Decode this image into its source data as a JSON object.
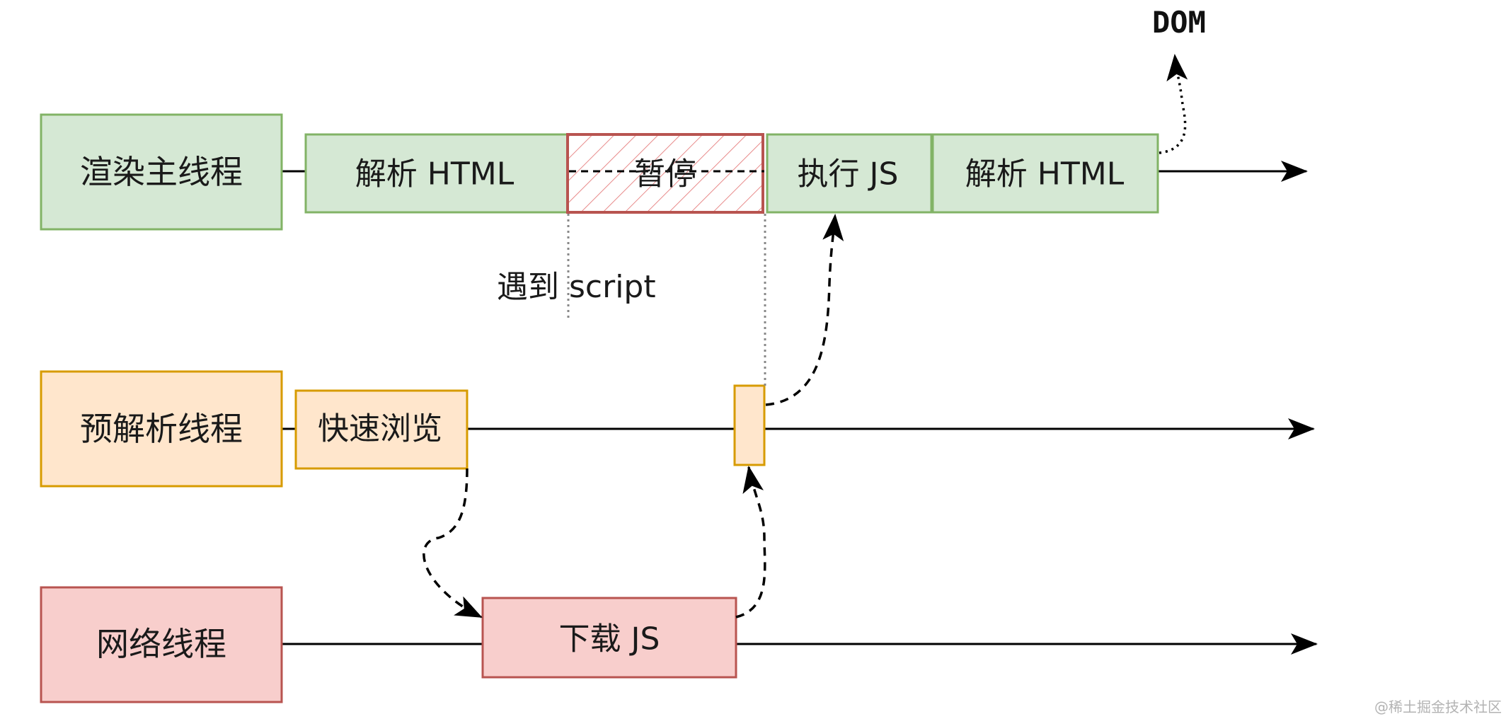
{
  "colors": {
    "green_fill": "#d5e8d4",
    "green_stroke": "#82b366",
    "orange_fill": "#ffe6cc",
    "orange_stroke": "#d79b00",
    "red_fill": "#f8cecc",
    "red_stroke": "#b85450",
    "pause_stroke": "#b85450",
    "line": "#000000"
  },
  "threads": {
    "main": {
      "label": "渲染主线程"
    },
    "preparse": {
      "label": "预解析线程"
    },
    "network": {
      "label": "网络线程"
    }
  },
  "tasks": {
    "parse_html_1": "解析 HTML",
    "pause": "暂停",
    "exec_js": "执行 JS",
    "parse_html_2": "解析 HTML",
    "quick_browse": "快速浏览",
    "download_js": "下载 JS"
  },
  "annotations": {
    "meet_script": "遇到 script",
    "dom": "DOM"
  },
  "watermark": "@稀土掘金技术社区"
}
